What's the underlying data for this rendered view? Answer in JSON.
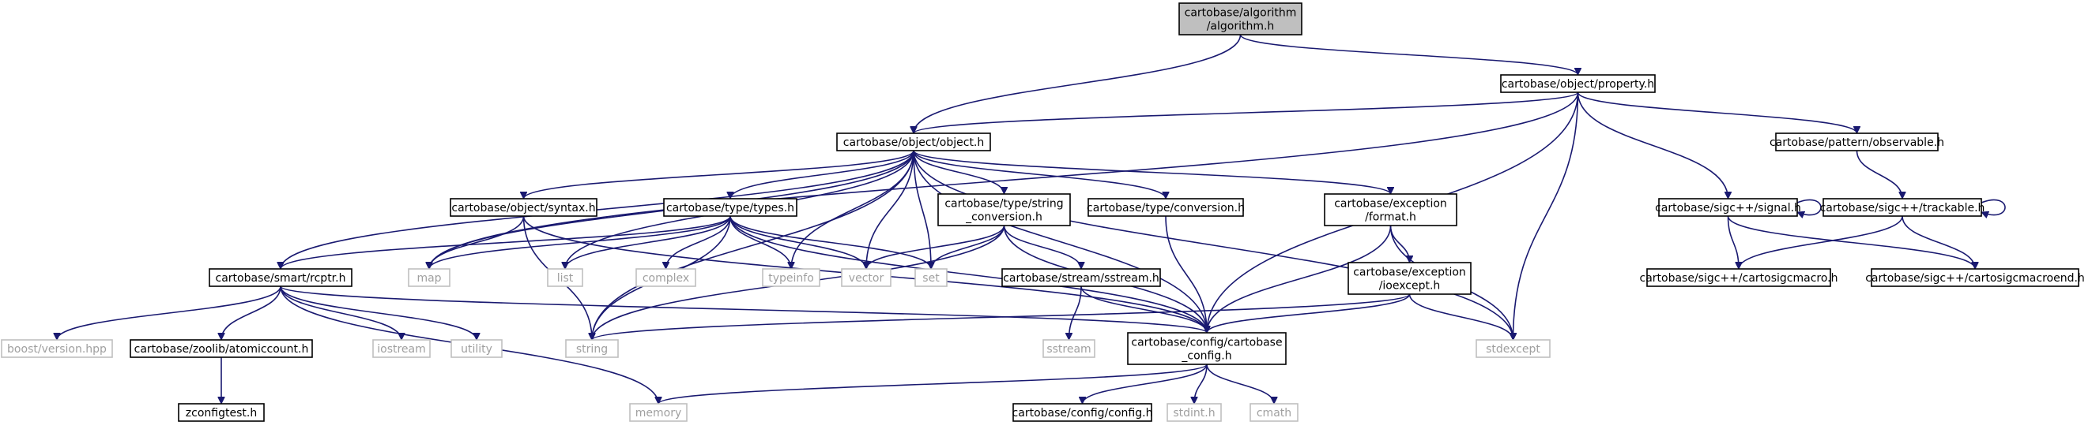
{
  "graph": {
    "colors": {
      "edge": "#191970",
      "root_fill": "#bfbfbf",
      "documented_border": "#000000",
      "external_border": "#bfbfbf",
      "external_text": "#a0a0a0"
    },
    "nodes": [
      {
        "id": "algorithm",
        "label": "cartobase/algorithm\n/algorithm.h",
        "kind": "root"
      },
      {
        "id": "property",
        "label": "cartobase/object/property.h",
        "kind": "documented"
      },
      {
        "id": "object",
        "label": "cartobase/object/object.h",
        "kind": "documented"
      },
      {
        "id": "observable",
        "label": "cartobase/pattern/observable.h",
        "kind": "documented"
      },
      {
        "id": "signal",
        "label": "cartobase/sigc++/signal.h",
        "kind": "documented"
      },
      {
        "id": "trackable",
        "label": "cartobase/sigc++/trackable.h",
        "kind": "documented"
      },
      {
        "id": "sigcmacro",
        "label": "cartobase/sigc++/cartosigcmacro.h",
        "kind": "documented"
      },
      {
        "id": "sigcmacroend",
        "label": "cartobase/sigc++/cartosigcmacroend.h",
        "kind": "documented"
      },
      {
        "id": "syntax",
        "label": "cartobase/object/syntax.h",
        "kind": "documented"
      },
      {
        "id": "types",
        "label": "cartobase/type/types.h",
        "kind": "documented"
      },
      {
        "id": "strconv",
        "label": "cartobase/type/string\n_conversion.h",
        "kind": "documented"
      },
      {
        "id": "conversion",
        "label": "cartobase/type/conversion.h",
        "kind": "documented"
      },
      {
        "id": "format",
        "label": "cartobase/exception\n/format.h",
        "kind": "documented"
      },
      {
        "id": "ioexcept",
        "label": "cartobase/exception\n/ioexcept.h",
        "kind": "documented"
      },
      {
        "id": "rcptr",
        "label": "cartobase/smart/rcptr.h",
        "kind": "documented"
      },
      {
        "id": "sstream_h",
        "label": "cartobase/stream/sstream.h",
        "kind": "documented"
      },
      {
        "id": "cconfig",
        "label": "cartobase/config/cartobase\n_config.h",
        "kind": "documented"
      },
      {
        "id": "atomic",
        "label": "cartobase/zoolib/atomiccount.h",
        "kind": "documented"
      },
      {
        "id": "zconfig",
        "label": "zconfigtest.h",
        "kind": "documented"
      },
      {
        "id": "config",
        "label": "cartobase/config/config.h",
        "kind": "documented"
      },
      {
        "id": "map",
        "label": "map",
        "kind": "external"
      },
      {
        "id": "list",
        "label": "list",
        "kind": "external"
      },
      {
        "id": "complex",
        "label": "complex",
        "kind": "external"
      },
      {
        "id": "typeinfo",
        "label": "typeinfo",
        "kind": "external"
      },
      {
        "id": "vector",
        "label": "vector",
        "kind": "external"
      },
      {
        "id": "set",
        "label": "set",
        "kind": "external"
      },
      {
        "id": "string",
        "label": "string",
        "kind": "external"
      },
      {
        "id": "boostver",
        "label": "boost/version.hpp",
        "kind": "external"
      },
      {
        "id": "iostream",
        "label": "iostream",
        "kind": "external"
      },
      {
        "id": "utility",
        "label": "utility",
        "kind": "external"
      },
      {
        "id": "sstream",
        "label": "sstream",
        "kind": "external"
      },
      {
        "id": "stdexcept",
        "label": "stdexcept",
        "kind": "external"
      },
      {
        "id": "memory",
        "label": "memory",
        "kind": "external"
      },
      {
        "id": "stdint",
        "label": "stdint.h",
        "kind": "external"
      },
      {
        "id": "cmath",
        "label": "cmath",
        "kind": "external"
      }
    ],
    "edges": [
      [
        "algorithm",
        "object"
      ],
      [
        "algorithm",
        "property"
      ],
      [
        "property",
        "object"
      ],
      [
        "property",
        "map"
      ],
      [
        "property",
        "observable"
      ],
      [
        "property",
        "signal"
      ],
      [
        "property",
        "cconfig"
      ],
      [
        "property",
        "stdexcept"
      ],
      [
        "object",
        "rcptr"
      ],
      [
        "object",
        "syntax"
      ],
      [
        "object",
        "types"
      ],
      [
        "object",
        "strconv"
      ],
      [
        "object",
        "conversion"
      ],
      [
        "object",
        "format"
      ],
      [
        "object",
        "map"
      ],
      [
        "object",
        "list"
      ],
      [
        "object",
        "string"
      ],
      [
        "object",
        "typeinfo"
      ],
      [
        "object",
        "vector"
      ],
      [
        "object",
        "set"
      ],
      [
        "object",
        "cconfig"
      ],
      [
        "object",
        "stdexcept"
      ],
      [
        "observable",
        "trackable"
      ],
      [
        "signal",
        "signal"
      ],
      [
        "signal",
        "sigcmacro"
      ],
      [
        "signal",
        "sigcmacroend"
      ],
      [
        "trackable",
        "trackable"
      ],
      [
        "trackable",
        "sigcmacro"
      ],
      [
        "trackable",
        "sigcmacroend"
      ],
      [
        "syntax",
        "map"
      ],
      [
        "syntax",
        "string"
      ],
      [
        "syntax",
        "cconfig"
      ],
      [
        "types",
        "rcptr"
      ],
      [
        "types",
        "map"
      ],
      [
        "types",
        "list"
      ],
      [
        "types",
        "complex"
      ],
      [
        "types",
        "typeinfo"
      ],
      [
        "types",
        "vector"
      ],
      [
        "types",
        "set"
      ],
      [
        "types",
        "string"
      ],
      [
        "types",
        "cconfig"
      ],
      [
        "strconv",
        "vector"
      ],
      [
        "strconv",
        "set"
      ],
      [
        "strconv",
        "string"
      ],
      [
        "strconv",
        "sstream_h"
      ],
      [
        "strconv",
        "cconfig"
      ],
      [
        "conversion",
        "cconfig"
      ],
      [
        "format",
        "ioexcept"
      ],
      [
        "format",
        "cconfig"
      ],
      [
        "format",
        "stdexcept"
      ],
      [
        "ioexcept",
        "string"
      ],
      [
        "ioexcept",
        "cconfig"
      ],
      [
        "ioexcept",
        "stdexcept"
      ],
      [
        "rcptr",
        "boostver"
      ],
      [
        "rcptr",
        "atomic"
      ],
      [
        "rcptr",
        "iostream"
      ],
      [
        "rcptr",
        "utility"
      ],
      [
        "rcptr",
        "memory"
      ],
      [
        "rcptr",
        "cconfig"
      ],
      [
        "sstream_h",
        "sstream"
      ],
      [
        "sstream_h",
        "cconfig"
      ],
      [
        "atomic",
        "zconfig"
      ],
      [
        "cconfig",
        "memory"
      ],
      [
        "cconfig",
        "config"
      ],
      [
        "cconfig",
        "stdint"
      ],
      [
        "cconfig",
        "cmath"
      ]
    ]
  }
}
